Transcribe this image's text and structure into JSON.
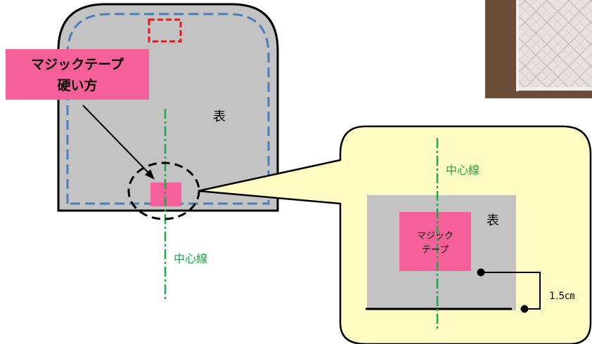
{
  "callout": {
    "line1": "マジックテープ",
    "line2": "硬い方"
  },
  "main": {
    "face_label": "表",
    "centerline_label": "中心線"
  },
  "detail": {
    "centerline_label": "中心線",
    "face_label": "表",
    "velcro_line1": "マジック",
    "velcro_line2": "テープ",
    "distance_label": "1.5㎝"
  },
  "colors": {
    "fabric_gray": "#c3c3c3",
    "stitch_blue": "#4a7ebb",
    "velcro_pink": "#f5609a",
    "centerline_green": "#1aaa4a",
    "bubble_yellow": "#fffbc2",
    "marker_red": "#e81818"
  },
  "photo": {
    "description_icon": "quilted-fabric-photo"
  }
}
